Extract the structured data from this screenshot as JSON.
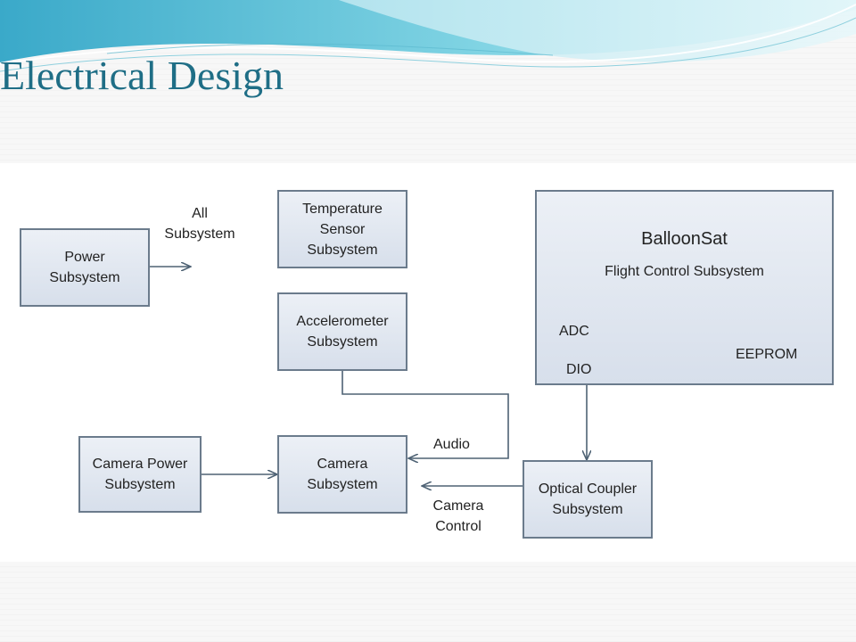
{
  "slide": {
    "title": "Electrical Design"
  },
  "diagram": {
    "power": {
      "line1": "Power",
      "line2": "Subsystem"
    },
    "all_subsystem_label": {
      "line1": "All",
      "line2": "Subsystem"
    },
    "temperature": {
      "line1": "Temperature",
      "line2": "Sensor",
      "line3": "Subsystem"
    },
    "accelerometer": {
      "line1": "Accelerometer",
      "line2": "Subsystem"
    },
    "balloonsat": {
      "title": "BalloonSat",
      "subtitle": "Flight Control Subsystem",
      "adc": "ADC",
      "dio": "DIO",
      "eeprom": "EEPROM"
    },
    "camera_power": {
      "line1": "Camera Power",
      "line2": "Subsystem"
    },
    "camera": {
      "line1": "Camera",
      "line2": "Subsystem"
    },
    "optical_coupler": {
      "line1": "Optical Coupler",
      "line2": "Subsystem"
    },
    "audio_label": "Audio",
    "camera_control_label": {
      "line1": "Camera",
      "line2": "Control"
    }
  },
  "colors": {
    "title": "#1f6e86",
    "box_border": "#6b7b8c",
    "box_fill_top": "#ecf0f6",
    "box_fill_bottom": "#d7dfeb",
    "connector": "#4e6274"
  }
}
